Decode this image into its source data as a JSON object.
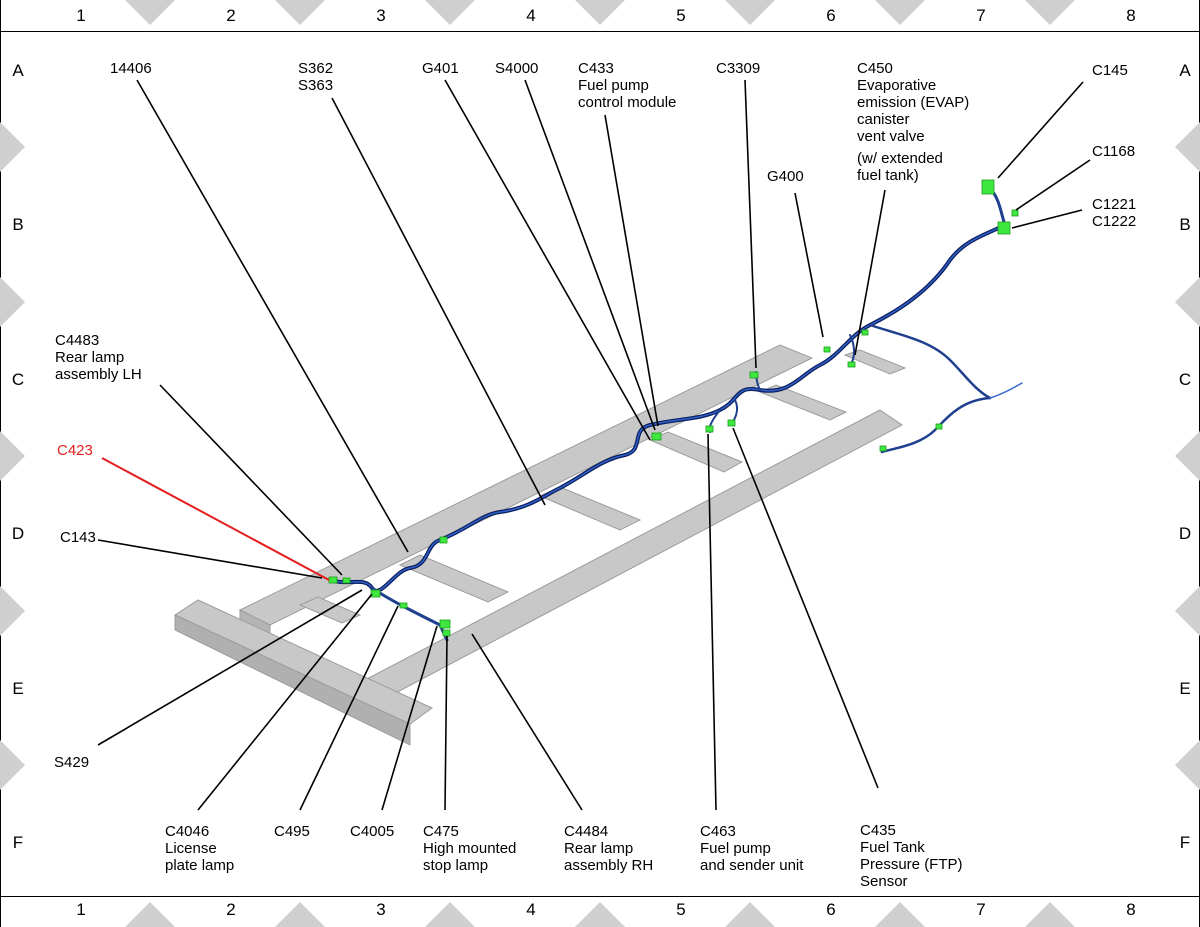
{
  "grid": {
    "columns": [
      "1",
      "2",
      "3",
      "4",
      "5",
      "6",
      "7",
      "8"
    ],
    "rows": [
      "A",
      "B",
      "C",
      "D",
      "E",
      "F"
    ]
  },
  "colors": {
    "frame": "#c8c8c8",
    "frame_edge": "#9c9c9c",
    "harness": "#1f3f8f",
    "harness_dark": "#0d1f5c",
    "connector": "#3ee83e",
    "leader": "#000000",
    "highlight": "#e41e1e",
    "border_triangle": "#cfcfcf"
  },
  "callouts": [
    {
      "id": "14406",
      "lines": [
        "14406"
      ]
    },
    {
      "id": "s362",
      "lines": [
        "S362",
        "S363"
      ]
    },
    {
      "id": "g401",
      "lines": [
        "G401"
      ]
    },
    {
      "id": "s4000",
      "lines": [
        "S4000"
      ]
    },
    {
      "id": "c433",
      "lines": [
        "C433",
        "Fuel pump",
        "control module"
      ]
    },
    {
      "id": "c3309",
      "lines": [
        "C3309"
      ]
    },
    {
      "id": "c450",
      "lines": [
        "C450",
        "Evaporative",
        "emission (EVAP)",
        "canister",
        "vent valve"
      ]
    },
    {
      "id": "c450-note",
      "lines": [
        "(w/ extended",
        "fuel tank)"
      ]
    },
    {
      "id": "g400",
      "lines": [
        "G400"
      ]
    },
    {
      "id": "c145",
      "lines": [
        "C145"
      ]
    },
    {
      "id": "c1168",
      "lines": [
        "C1168"
      ]
    },
    {
      "id": "c1221",
      "lines": [
        "C1221",
        "C1222"
      ]
    },
    {
      "id": "c4483",
      "lines": [
        "C4483",
        "Rear lamp",
        "assembly LH"
      ]
    },
    {
      "id": "c423",
      "lines": [
        "C423"
      ],
      "highlighted": true
    },
    {
      "id": "c143",
      "lines": [
        "C143"
      ]
    },
    {
      "id": "s429",
      "lines": [
        "S429"
      ]
    },
    {
      "id": "c4046",
      "lines": [
        "C4046",
        "License",
        "plate lamp"
      ]
    },
    {
      "id": "c495",
      "lines": [
        "C495"
      ]
    },
    {
      "id": "c4005",
      "lines": [
        "C4005"
      ]
    },
    {
      "id": "c475",
      "lines": [
        "C475",
        "High mounted",
        "stop lamp"
      ]
    },
    {
      "id": "c4484",
      "lines": [
        "C4484",
        "Rear lamp",
        "assembly RH"
      ]
    },
    {
      "id": "c463",
      "lines": [
        "C463",
        "Fuel pump",
        "and sender unit"
      ]
    },
    {
      "id": "c435",
      "lines": [
        "C435",
        "Fuel Tank",
        "Pressure (FTP)",
        "Sensor"
      ]
    }
  ]
}
